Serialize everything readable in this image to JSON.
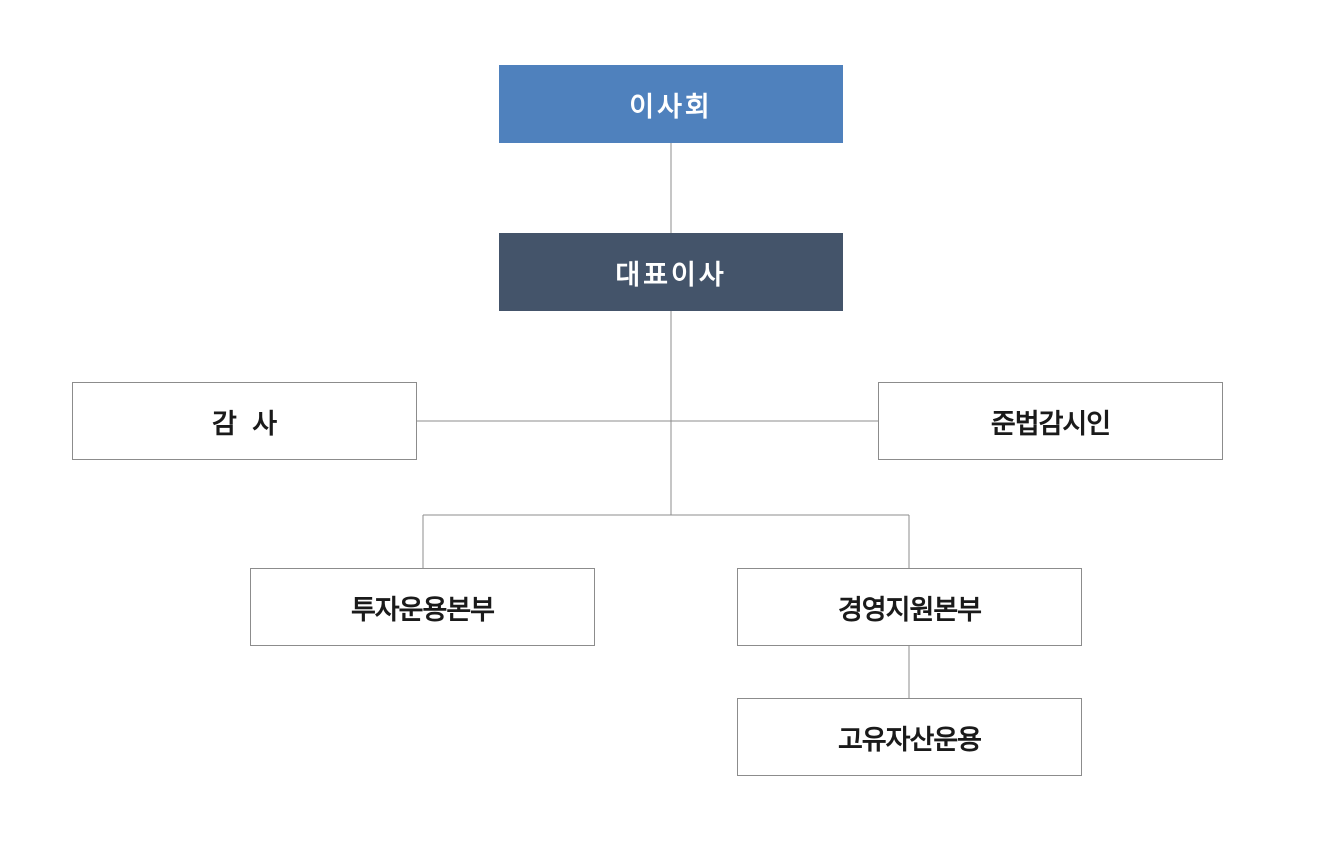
{
  "colors": {
    "board_fill": "#4f81bd",
    "ceo_fill": "#44546a",
    "box_border": "#8c8c8c",
    "connector": "#8c8c8c",
    "plain_text": "#1a1a1a",
    "filled_text": "#ffffff"
  },
  "nodes": {
    "board": "이사회",
    "ceo": "대표이사",
    "auditor": "감 사",
    "compliance_officer": "준법감시인",
    "investment_division": "투자운용본부",
    "management_support_division": "경영지원본부",
    "proprietary_asset_management": "고유자산운용"
  }
}
